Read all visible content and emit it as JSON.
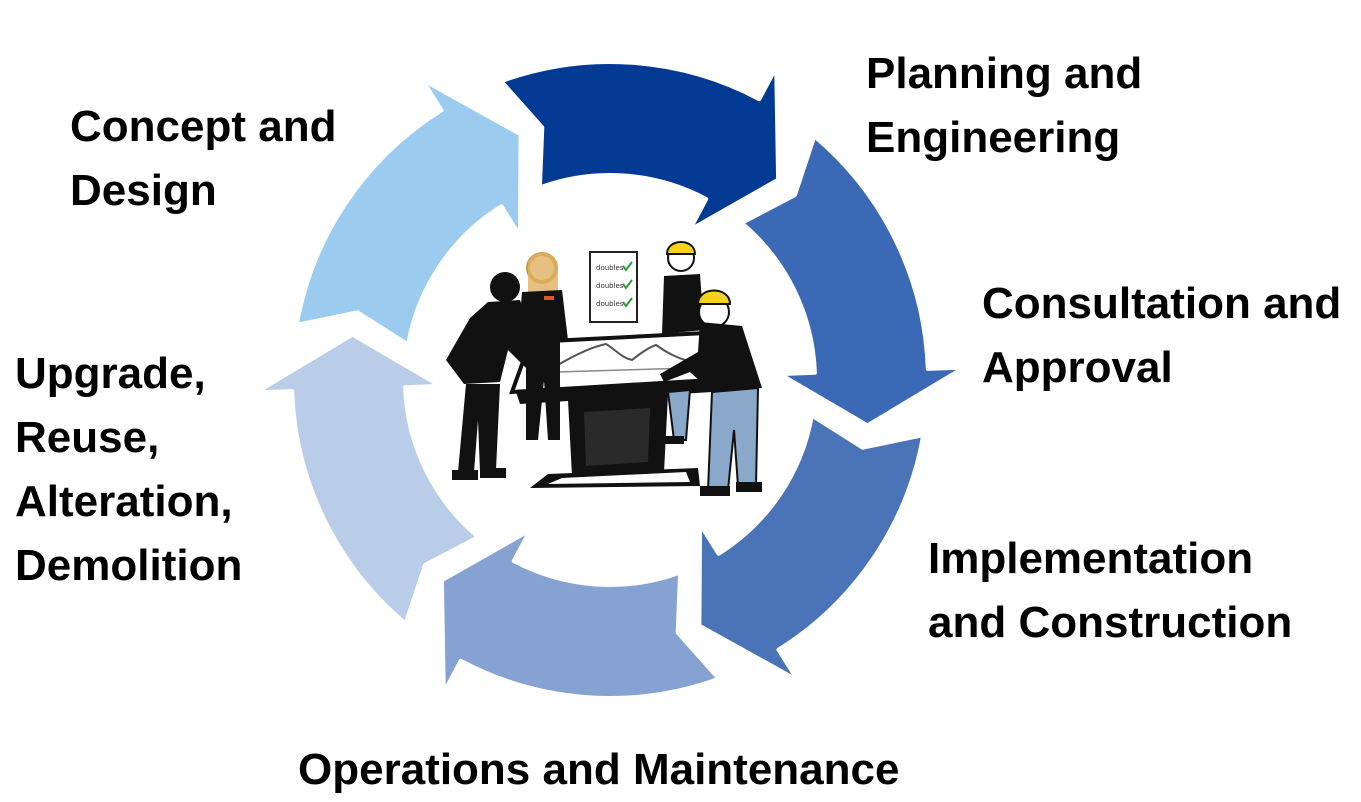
{
  "diagram": {
    "stages": [
      {
        "id": "concept",
        "lines": [
          "Concept and",
          "Design"
        ],
        "color": "#9bcbef"
      },
      {
        "id": "planning",
        "lines": [
          "Planning and",
          "Engineering"
        ],
        "color": "#033b94"
      },
      {
        "id": "consultation",
        "lines": [
          "Consultation and",
          "Approval"
        ],
        "color": "#3c69b6"
      },
      {
        "id": "implementation",
        "lines": [
          "Implementation",
          "and Construction"
        ],
        "color": "#4a73b8"
      },
      {
        "id": "operations",
        "lines": [
          "Operations and Maintenance"
        ],
        "color": "#86a2d2"
      },
      {
        "id": "upgrade",
        "lines": [
          "Upgrade,",
          "Reuse,",
          "Alteration,",
          "Demolition"
        ],
        "color": "#b9cce8"
      }
    ],
    "center_image": {
      "icon": "team-at-table-icon",
      "checklist_items": [
        "doubles",
        "doubles",
        "doubles"
      ],
      "checkmark_color": "#2e9e3a",
      "helmet_color": "#f5d21f"
    }
  }
}
